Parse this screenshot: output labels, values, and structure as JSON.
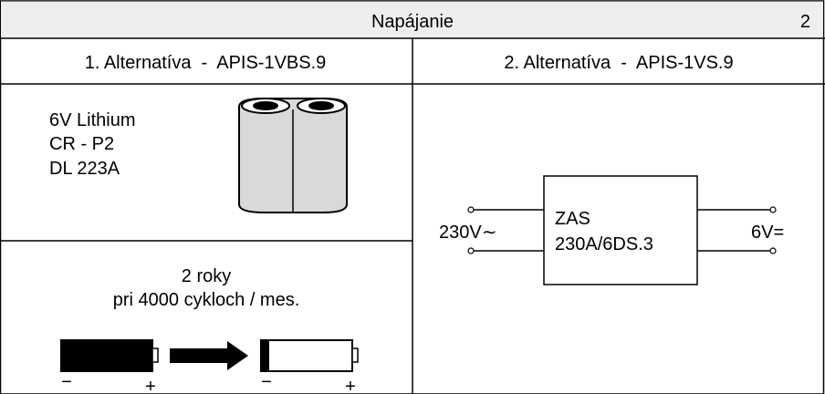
{
  "header": {
    "title": "Napájanie",
    "page_number": "2"
  },
  "alternatives": [
    {
      "heading": "1. Alternatíva  -  APIS-1VBS.9",
      "battery_spec": [
        "6V Lithium",
        "CR - P2",
        "DL 223A"
      ],
      "lifetime": [
        "2 roky",
        "pri 4000 cykloch / mes."
      ],
      "battery_symbols": {
        "minus": "−",
        "plus": "+"
      }
    },
    {
      "heading": "2. Alternatíva  -  APIS-1VS.9",
      "module": {
        "lines": [
          "ZAS",
          "230A/6DS.3"
        ]
      },
      "input_label": "230V∼",
      "output_label": "6V="
    }
  ],
  "colors": {
    "header_bg": "#eeeeee",
    "battery_body": "#d9d9d9",
    "line": "#000000"
  }
}
